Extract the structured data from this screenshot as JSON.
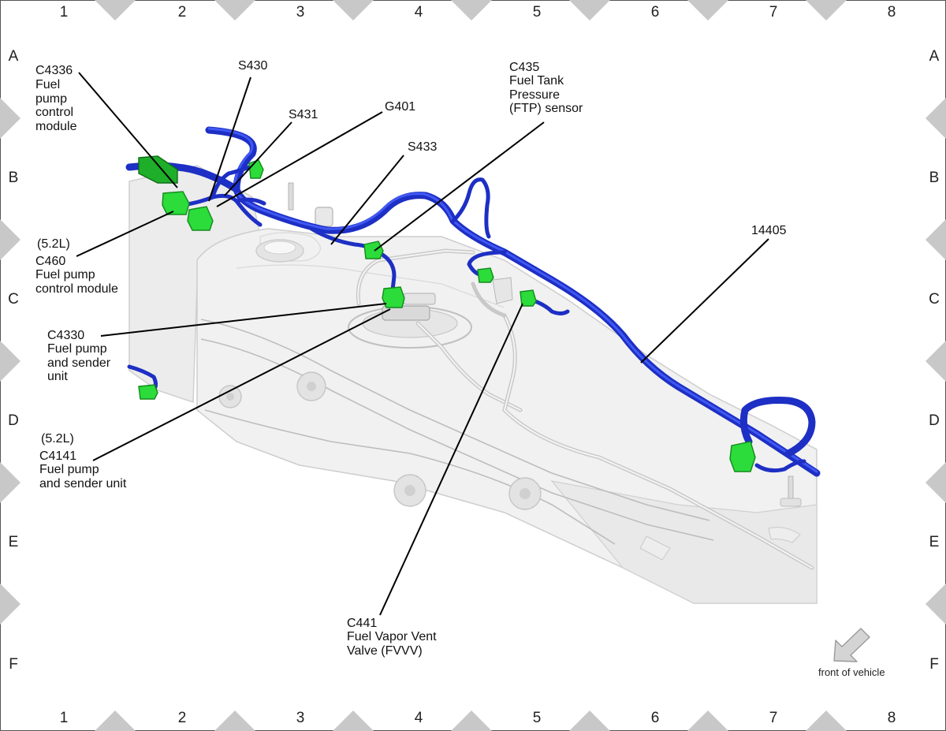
{
  "grid": {
    "columns": [
      "1",
      "2",
      "3",
      "4",
      "5",
      "6",
      "7",
      "8"
    ],
    "rows": [
      "A",
      "B",
      "C",
      "D",
      "E",
      "F"
    ]
  },
  "callouts": {
    "c4336": [
      "C4336",
      "Fuel",
      "pump",
      "control",
      "module"
    ],
    "s430": [
      "S430"
    ],
    "s431": [
      "S431"
    ],
    "g401": [
      "G401"
    ],
    "s433": [
      "S433"
    ],
    "c435": [
      "C435",
      "Fuel Tank",
      "Pressure",
      "(FTP) sensor"
    ],
    "c460": [
      "(5.2L)",
      "C460",
      "Fuel pump",
      "control module"
    ],
    "c4330": [
      "C4330",
      "Fuel pump",
      "and sender",
      "unit"
    ],
    "c4141": [
      "(5.2L)",
      "C4141",
      "Fuel pump",
      "and sender unit"
    ],
    "c441": [
      "C441",
      "Fuel Vapor Vent",
      "Valve (FVVV)"
    ],
    "harness_14405": [
      "14405"
    ]
  },
  "orientation": {
    "label": "front of vehicle",
    "icon": "arrow-down-left-icon"
  },
  "colors": {
    "harness": "#1d2fc4",
    "connector": "#2bdc3a",
    "tank": "#efefef",
    "border_marker": "#c8c8c8"
  }
}
